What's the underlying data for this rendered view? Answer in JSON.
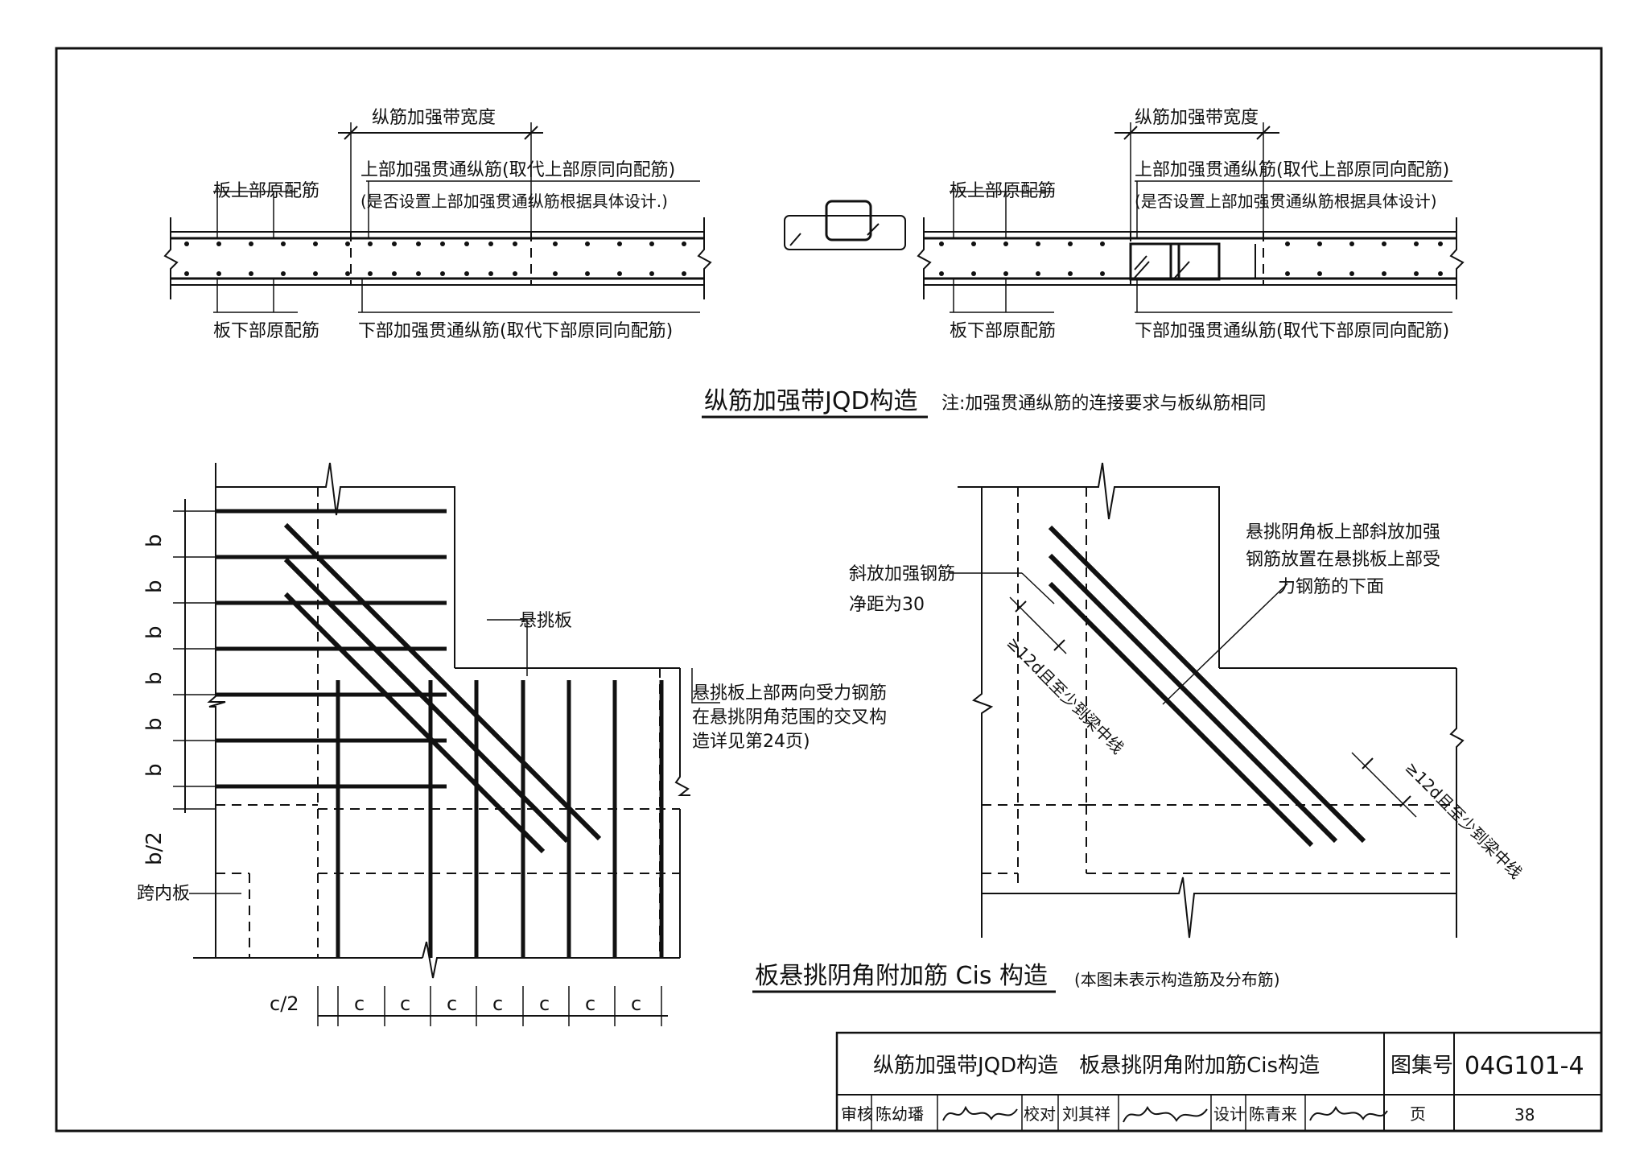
{
  "jqd": {
    "band_width": "纵筋加强带宽度",
    "slab_top_orig": "板上部原配筋",
    "top_through": "上部加强贯通纵筋(取代上部原同向配筋)",
    "design_note_left": "(是否设置上部加强贯通纵筋根据具体设计.)",
    "design_note_right": "(是否设置上部加强贯通纵筋根据具体设计)",
    "slab_bottom_orig": "板下部原配筋",
    "bottom_through": "下部加强贯通纵筋(取代下部原同向配筋)",
    "title": "纵筋加强带JQD构造",
    "note": "注:加强贯通纵筋的连接要求与板纵筋相同"
  },
  "cis": {
    "b": "b",
    "b_half": "b/2",
    "c": "c",
    "c_half": "c/2",
    "cantilever": "悬挑板",
    "inner_slab": "跨内板",
    "cross_note_1": "悬挑板上部两向受力钢筋",
    "cross_note_2": "在悬挑阴角范围的交叉构",
    "cross_note_3": "造详见第24页)",
    "diag_bar_1": "斜放加强钢筋",
    "diag_bar_2": "净距为30",
    "place_note_1": "悬挑阴角板上部斜放加强",
    "place_note_2": "钢筋放置在悬挑板上部受",
    "place_note_3": "力钢筋的下面",
    "anchor": "≥12d且至少到梁中线",
    "title": "板悬挑阴角附加筋 Cis 构造",
    "subtitle": "(本图未表示构造筋及分布筋)"
  },
  "titleblock": {
    "drawing_title": "纵筋加强带JQD构造　板悬挑阴角附加筋Cis构造",
    "atlas_label": "图集号",
    "atlas_no": "04G101-4",
    "review": "审核",
    "reviewer": "陈幼璠",
    "check": "校对",
    "checker": "刘其祥",
    "design": "设计",
    "designer": "陈青来",
    "page_label": "页",
    "page_no": "38"
  }
}
